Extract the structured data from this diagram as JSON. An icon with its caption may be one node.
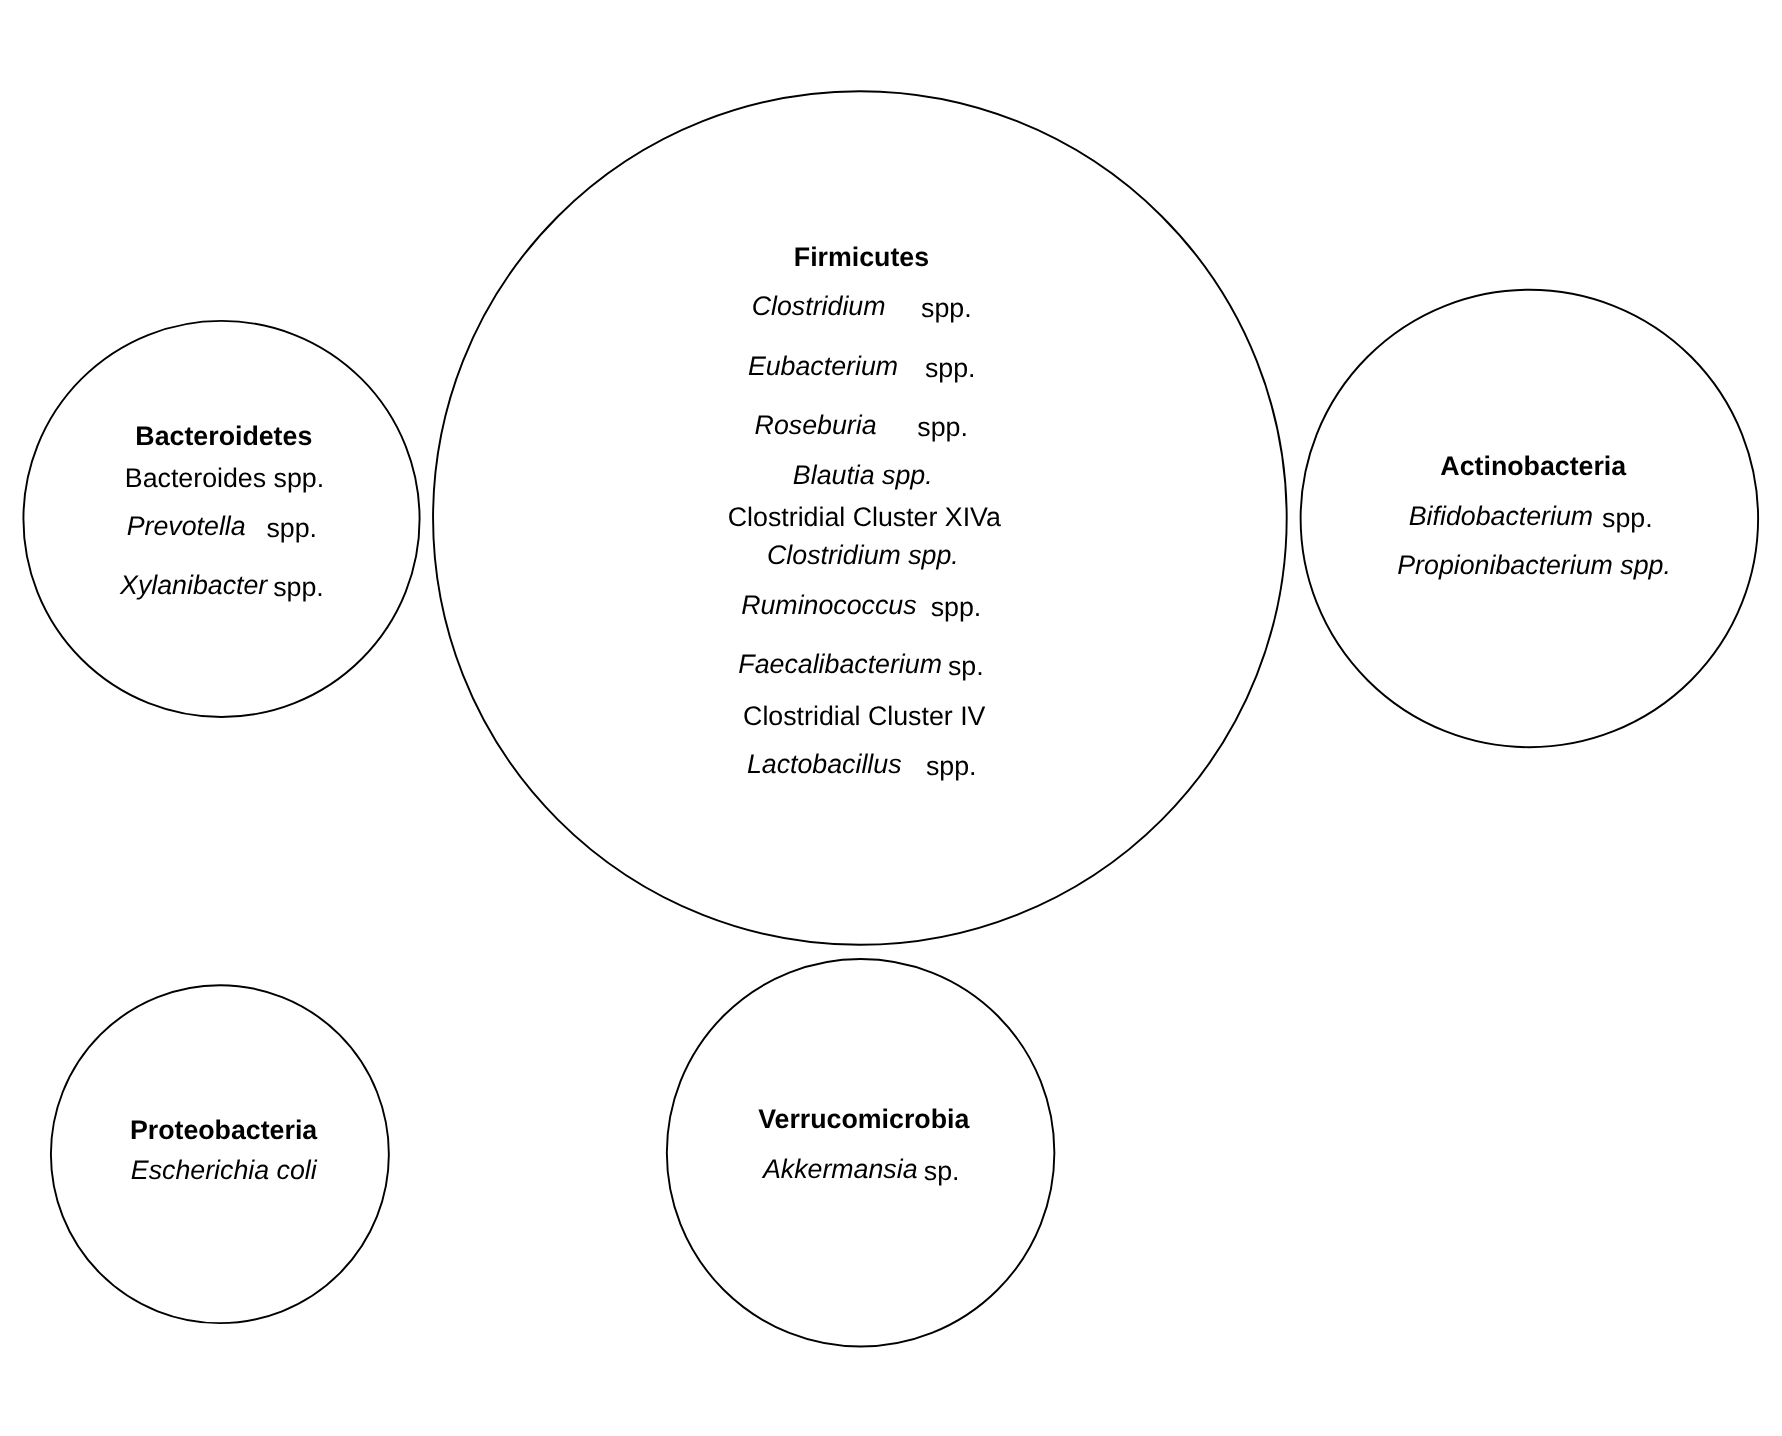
{
  "diagram": {
    "nodes": [
      {
        "text": [
          "Bacteroidetes",
          "Bacteroides spp.",
          "*Prevotella* spp.",
          "*Xylanibacter* spp."
        ]
      },
      {
        "text": [
          "Firmicutes",
          "*Clostridium* spp.",
          "*Eubacterium* spp.",
          "*Roseburia* spp.",
          "*Blautia spp.*",
          "Clostridial Cluster XIVa",
          "*Clostridium spp.*",
          "*Ruminococcus* spp.",
          "*Faecalibacterium* sp.",
          "Clostridial Cluster IV",
          "*Lactobacillus* spp."
        ]
      },
      {
        "text": [
          "Actinobacteria",
          "*Bifidobacterium* spp.",
          "*Propionibacterium spp.*"
        ]
      },
      {
        "text": [
          "Proteobacteria",
          "*Escherichia coli*"
        ]
      },
      {
        "text": [
          "Verrucomicrobia",
          "*Akkermansia* sp."
        ]
      }
    ]
  }
}
